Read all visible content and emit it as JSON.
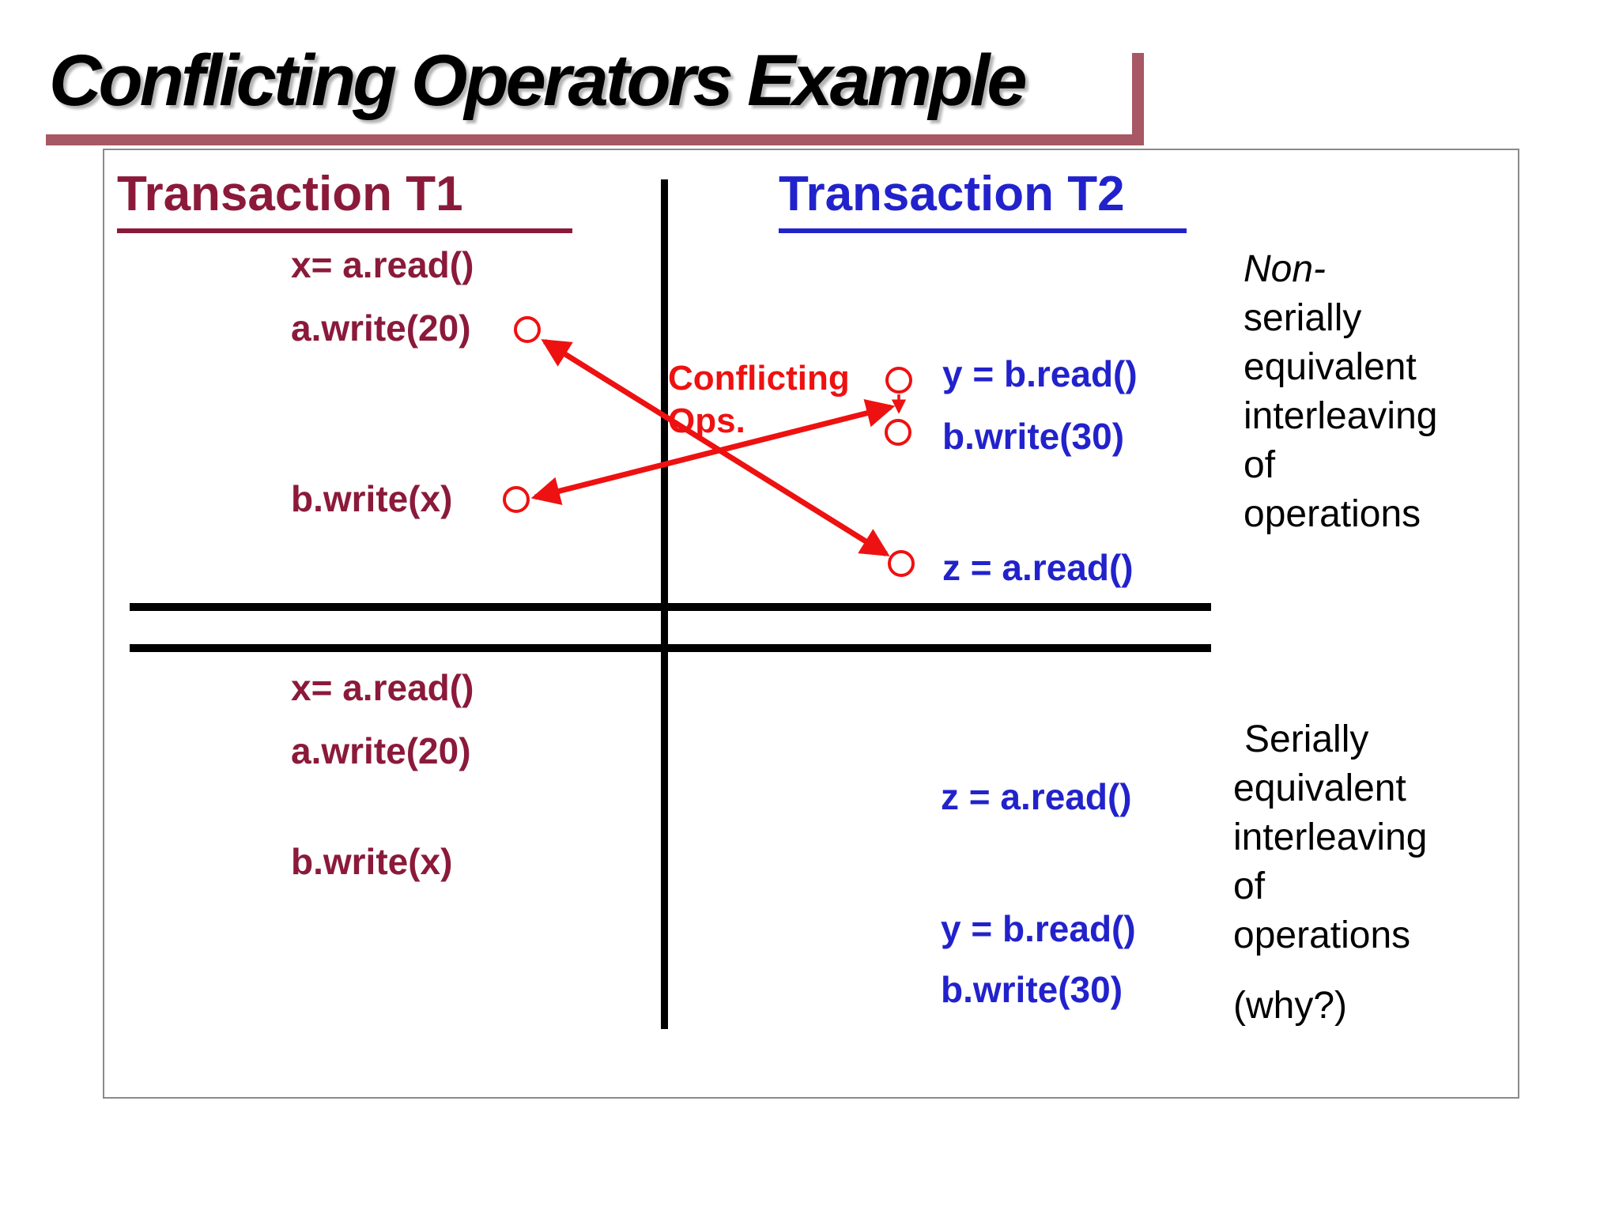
{
  "slide": {
    "title": "Conflicting Operators Example"
  },
  "columns": {
    "t1_header": "Transaction T1",
    "t2_header": "Transaction T2"
  },
  "upper": {
    "t1_ops": [
      "x= a.read()",
      "a.write(20)",
      "b.write(x)"
    ],
    "t2_ops": [
      "y = b.read()",
      "b.write(30)",
      "z = a.read()"
    ],
    "conflict_label": [
      "Conflicting",
      "Ops."
    ],
    "note": [
      "Non-",
      "serially",
      "equivalent",
      "interleaving",
      "of",
      "operations"
    ]
  },
  "lower": {
    "t1_ops": [
      "x= a.read()",
      "a.write(20)",
      "b.write(x)"
    ],
    "t2_ops": [
      "z = a.read()",
      "y = b.read()",
      "b.write(30)"
    ],
    "note": [
      "Serially",
      "equivalent",
      "interleaving",
      "of",
      "operations"
    ],
    "why": "(why?)"
  },
  "colors": {
    "maroon_text": "#8B1A3A",
    "blue_text": "#2222CC",
    "red_accent": "#EE1111",
    "title_rule": "#A75864",
    "frame_border": "#8a8a8a"
  }
}
